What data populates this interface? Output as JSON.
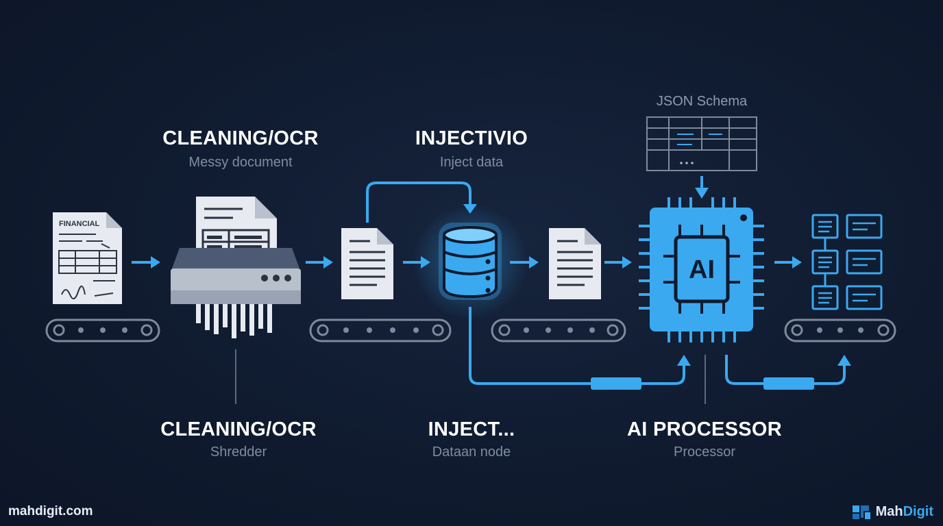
{
  "stages": [
    {
      "title": "CLEANING/OCR",
      "subtitle": "Messy document"
    },
    {
      "title": "INJECTIVIO",
      "subtitle": "Inject data"
    }
  ],
  "bottom_labels": [
    {
      "title": "CLEANING/OCR",
      "subtitle": "Shredder"
    },
    {
      "title": "INJECT...",
      "subtitle": "Dataan node"
    },
    {
      "title": "AI PROCESSOR",
      "subtitle": "Processor"
    }
  ],
  "document_label": "FINANCIAL",
  "schema_label": "JSON Schema",
  "chip_label": "AI",
  "footer": {
    "site": "mahdigit.com",
    "brand_main": "Mah",
    "brand_accent": "Digit"
  },
  "colors": {
    "background": "#101b30",
    "accent": "#3aa9f0",
    "paper": "#e7ebf1",
    "muted": "#7f8da3"
  },
  "icons": [
    "financial-document-icon",
    "shredder-icon",
    "document-icon",
    "database-icon",
    "document-icon",
    "json-schema-grid-icon",
    "ai-chip-icon",
    "structured-output-icon",
    "conveyor-belt-icon",
    "arrow-right-icon"
  ]
}
